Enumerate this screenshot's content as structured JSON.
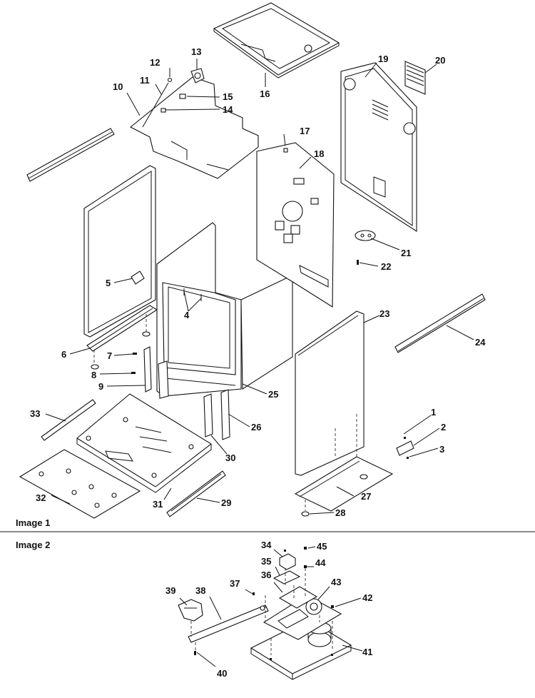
{
  "sections": [
    {
      "label": "Image 1"
    },
    {
      "label": "Image 2"
    }
  ],
  "callouts": [
    "1",
    "2",
    "3",
    "4",
    "5",
    "6",
    "7",
    "8",
    "9",
    "10",
    "11",
    "12",
    "13",
    "14",
    "15",
    "16",
    "17",
    "18",
    "19",
    "20",
    "21",
    "22",
    "23",
    "24",
    "25",
    "26",
    "27",
    "28",
    "29",
    "30",
    "31",
    "32",
    "33",
    "34",
    "35",
    "36",
    "37",
    "38",
    "39",
    "40",
    "41",
    "42",
    "43",
    "44",
    "45"
  ]
}
